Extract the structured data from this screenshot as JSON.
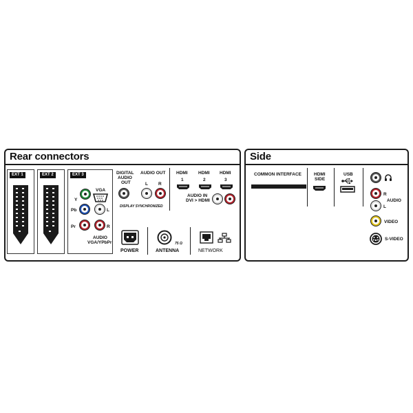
{
  "rear": {
    "title": "Rear connectors",
    "ext1": "EXT 1",
    "ext2": "EXT 2",
    "ext3": "EXT 3",
    "y": "Y",
    "pb": "Pb",
    "pr": "Pr",
    "vga": "VGA",
    "l": "L",
    "r": "R",
    "audio_vga_1": "AUDIO",
    "audio_vga_2": "VGA/YPbPr",
    "digital_audio_1": "DIGITAL",
    "digital_audio_2": "AUDIO",
    "digital_audio_3": "OUT",
    "audio_out": "AUDIO OUT",
    "audio_out_l": "L",
    "audio_out_r": "R",
    "display_sync": "DISPLAY SYNCHRONIZED",
    "hdmi1_a": "HDMI",
    "hdmi1_b": "1",
    "hdmi2_a": "HDMI",
    "hdmi2_b": "2",
    "hdmi3_a": "HDMI",
    "hdmi3_b": "3",
    "audio_in_1": "AUDIO IN",
    "audio_in_2": "DVI > HDMI",
    "power": "POWER",
    "antenna": "ANTENNA",
    "ohm": "75 Ω",
    "network": "NETWORK"
  },
  "side": {
    "title": "Side",
    "common_interface": "COMMON INTERFACE",
    "hdmi_side_1": "HDMI",
    "hdmi_side_2": "SIDE",
    "usb": "USB",
    "r": "R",
    "audio": "AUDIO",
    "l": "L",
    "video": "VIDEO",
    "svideo": "S-VIDEO"
  },
  "colors": {
    "red": "#b3222c",
    "green": "#1f8a3a",
    "blue": "#1c4fb0",
    "yellow": "#e0c21a",
    "outline": "#1b1b1b"
  }
}
